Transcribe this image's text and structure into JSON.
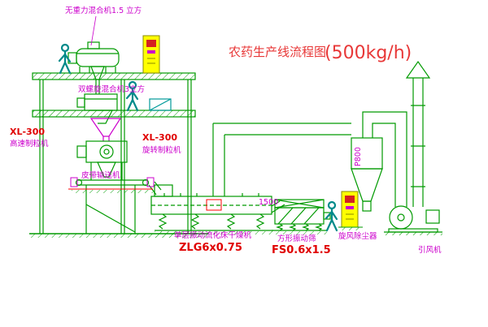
{
  "title": {
    "name": "农药生产线流程图",
    "capacity": "(500kg/h)"
  },
  "labels": {
    "mixer_top": "无重力混合机1.5 立方",
    "mixer_mid": "双螺旋混合机3立方",
    "granulator_left_model": "XL-300",
    "granulator_left_name": "高速制粒机",
    "granulator_right_model": "XL-300",
    "granulator_right_name": "旋转制粒机",
    "belt_conveyor": "皮带输送机",
    "dryer_name": "单层振动流化床干燥机",
    "dryer_model": "ZLG6x0.75",
    "screen_name": "方形振动筛",
    "screen_model": "FS0.6x1.5",
    "cyclone_name": "旋风除尘器",
    "fan_name": "引风机",
    "duct_spec": "P800",
    "screen_dim": "1500"
  },
  "colors": {
    "structure_green": "#009a00",
    "equipment_cyan": "#009a9a",
    "label_magenta": "#cc00cc",
    "accent_red": "#ff0000",
    "cabinet_yellow": "#ffff00",
    "title_red": "#e83838"
  }
}
